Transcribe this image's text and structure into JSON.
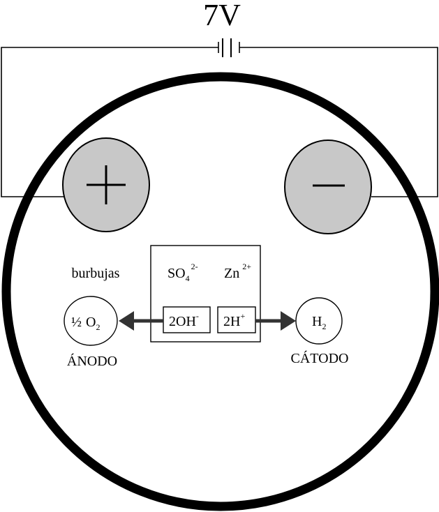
{
  "battery": {
    "voltage": "7V"
  },
  "electrodes": {
    "anode_sign": "+",
    "cathode_sign": "−"
  },
  "ion_box": {
    "sulfate": {
      "base": "SO",
      "sub": "4",
      "sup": "2-"
    },
    "zinc": {
      "base": "Zn",
      "sup": "2+"
    },
    "hydroxide": {
      "base": "2OH",
      "sup": "-"
    },
    "hydrogen_ion": {
      "base": "2H",
      "sup": "+"
    }
  },
  "anode_side": {
    "bubbles_label": "burbujas",
    "product": {
      "coef": "½",
      "base": "O",
      "sub": "2"
    },
    "electrode_label": "ÁNODO"
  },
  "cathode_side": {
    "product": {
      "base": "H",
      "sub": "2"
    },
    "electrode_label": "CÁTODO"
  },
  "colors": {
    "stroke": "#000000",
    "electrode_fill": "#c8c8c8",
    "background": "#ffffff"
  }
}
